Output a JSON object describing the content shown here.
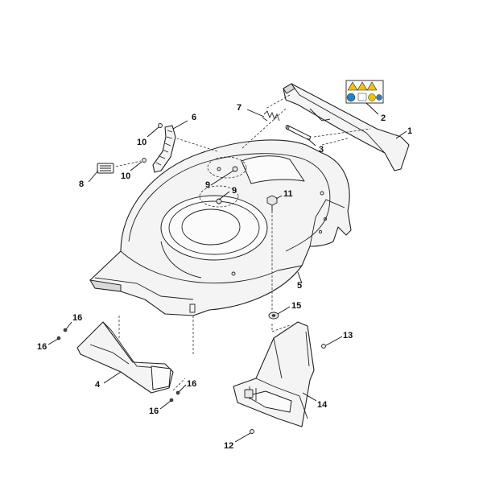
{
  "callouts": {
    "c1": "1",
    "c2": "2",
    "c3": "3",
    "c4": "4",
    "c5": "5",
    "c6": "6",
    "c7": "7",
    "c8": "8",
    "c9a": "9",
    "c9b": "9",
    "c10a": "10",
    "c10b": "10",
    "c11": "11",
    "c12": "12",
    "c13": "13",
    "c14": "14",
    "c15": "15",
    "c16a": "16",
    "c16b": "16",
    "c16c": "16",
    "c16d": "16"
  },
  "colors": {
    "line": "#222222",
    "fill": "#f4f4f4",
    "warning_yellow": "#f2c200",
    "label_blue": "#2a7fc1"
  }
}
